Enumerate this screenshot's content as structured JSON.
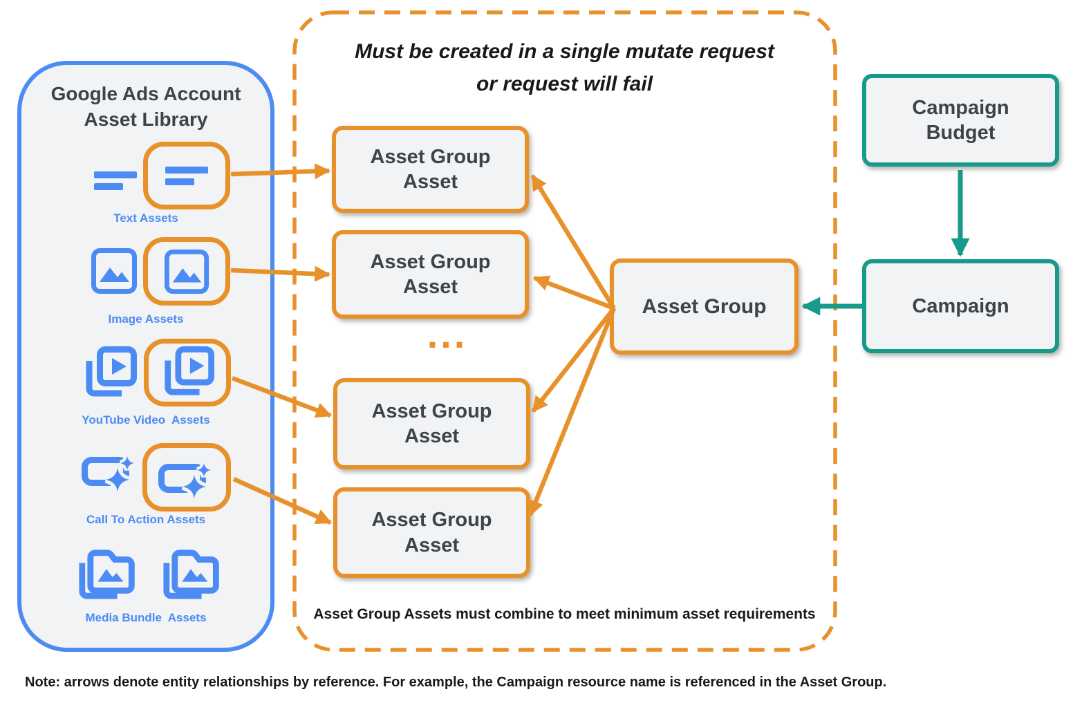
{
  "palette": {
    "orange": "#E8912A",
    "blue": "#4C8BF4",
    "teal": "#189A8A",
    "box_fill": "#F1F3F4",
    "dark_text": "#3F4347",
    "black_text": "#17191C"
  },
  "library": {
    "title": "Google Ads Account Asset Library",
    "items": [
      {
        "label": "Text Assets",
        "icon": "text-asset-icon",
        "highlighted": true
      },
      {
        "label": "Image Assets",
        "icon": "image-asset-icon",
        "highlighted": true
      },
      {
        "label": "YouTube Video  Assets",
        "icon": "youtube-video-asset-icon",
        "highlighted": true
      },
      {
        "label": "Call To Action Assets",
        "icon": "call-to-action-asset-icon",
        "highlighted": true
      },
      {
        "label": "Media Bundle  Assets",
        "icon": "media-bundle-asset-icon",
        "highlighted": false
      }
    ]
  },
  "mutate_panel": {
    "title_line1": "Must be created in a single mutate request",
    "title_line2": "or request will fail",
    "asset_group_asset": {
      "line1": "Asset Group",
      "line2": "Asset"
    },
    "ellipsis": "...",
    "asset_group_label": "Asset Group",
    "footer": "Asset Group Assets must combine to meet minimum asset requirements"
  },
  "campaign_flow": {
    "budget_line1": "Campaign",
    "budget_line2": "Budget",
    "campaign_label": "Campaign"
  },
  "note": "Note: arrows denote entity relationships by reference. For example, the Campaign resource name is referenced in the Asset Group."
}
